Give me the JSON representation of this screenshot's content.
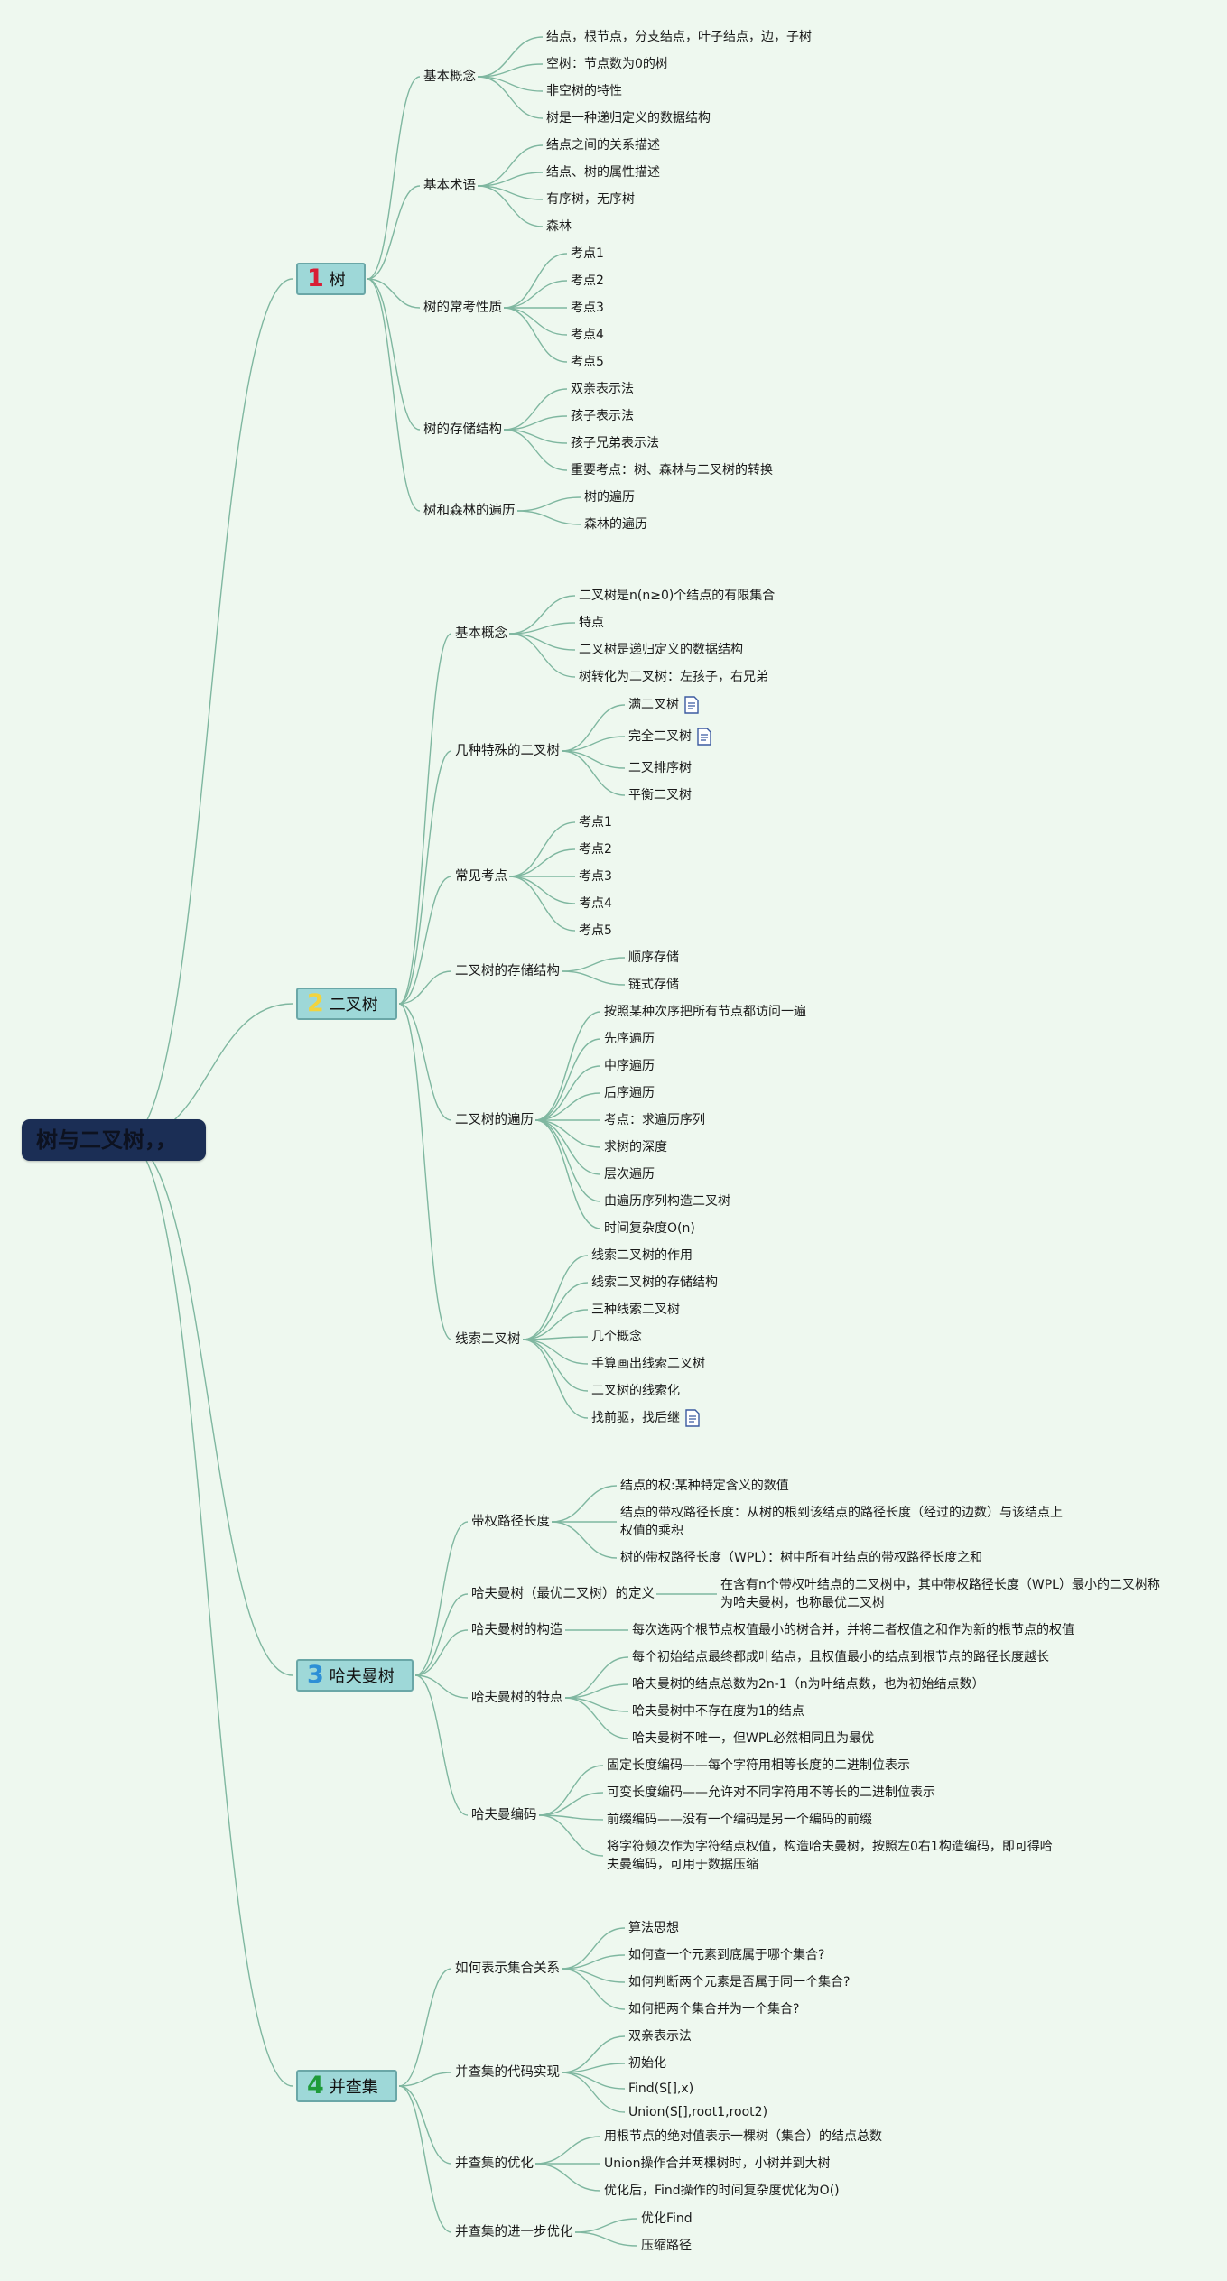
{
  "root": {
    "title": "树与二叉树，，"
  },
  "colors": {
    "background": "#eef8ef",
    "root_bg": "#1b2e55",
    "chapter_bg": "#9ed8d8",
    "link": "#7fb7a0",
    "num_red": "#d81e35",
    "num_yellow": "#f2d43e",
    "num_blue": "#2d8fd6",
    "num_green": "#1e9b3a"
  },
  "chapters": [
    {
      "num": "1",
      "label": "树",
      "num_color": "#d81e35",
      "topics": [
        {
          "label": "基本概念",
          "items": [
            "结点，根节点，分支结点，叶子结点，边，子树",
            "空树：节点数为0的树",
            "非空树的特性",
            "树是一种递归定义的数据结构"
          ]
        },
        {
          "label": "基本术语",
          "items": [
            "结点之间的关系描述",
            "结点、树的属性描述",
            "有序树，无序树",
            "森林"
          ]
        },
        {
          "label": "树的常考性质",
          "items": [
            "考点1",
            "考点2",
            "考点3",
            "考点4",
            "考点5"
          ]
        },
        {
          "label": "树的存储结构",
          "items": [
            "双亲表示法",
            "孩子表示法",
            "孩子兄弟表示法",
            "重要考点：树、森林与二叉树的转换"
          ]
        },
        {
          "label": "树和森林的遍历",
          "items": [
            "树的遍历",
            "森林的遍历"
          ]
        }
      ]
    },
    {
      "num": "2",
      "label": "二叉树",
      "num_color": "#f2d43e",
      "topics": [
        {
          "label": "基本概念",
          "items": [
            "二叉树是n(n≥0)个结点的有限集合",
            "特点",
            "二叉树是递归定义的数据结构",
            "树转化为二叉树：左孩子，右兄弟"
          ]
        },
        {
          "label": "几种特殊的二叉树",
          "items": [
            "满二叉树",
            "完全二叉树",
            "二叉排序树",
            "平衡二叉树"
          ]
        },
        {
          "label": "常见考点",
          "items": [
            "考点1",
            "考点2",
            "考点3",
            "考点4",
            "考点5"
          ]
        },
        {
          "label": "二叉树的存储结构",
          "items": [
            "顺序存储",
            "链式存储"
          ]
        },
        {
          "label": "二叉树的遍历",
          "items": [
            "按照某种次序把所有节点都访问一遍",
            "先序遍历",
            "中序遍历",
            "后序遍历",
            "考点：求遍历序列",
            "求树的深度",
            "层次遍历",
            "由遍历序列构造二叉树",
            "时间复杂度O(n)"
          ]
        },
        {
          "label": "线索二叉树",
          "items": [
            "线索二叉树的作用",
            "线索二叉树的存储结构",
            "三种线索二叉树",
            "几个概念",
            "手算画出线索二叉树",
            "二叉树的线索化",
            "找前驱，找后继"
          ]
        }
      ]
    },
    {
      "num": "3",
      "label": "哈夫曼树",
      "num_color": "#2d8fd6",
      "topics": [
        {
          "label": "带权路径长度",
          "items": [
            "结点的权:某种特定含义的数值",
            "结点的带权路径长度：从树的根到该结点的路径长度（经过的边数）与该结点上权值的乘积",
            "树的带权路径长度（WPL）：树中所有叶结点的带权路径长度之和"
          ]
        },
        {
          "label": "哈夫曼树（最优二叉树）的定义",
          "items": [
            "在含有n个带权叶结点的二叉树中，其中带权路径长度（WPL）最小的二叉树称为哈夫曼树，也称最优二叉树"
          ]
        },
        {
          "label": "哈夫曼树的构造",
          "items": [
            "每次选两个根节点权值最小的树合并，并将二者权值之和作为新的根节点的权值"
          ]
        },
        {
          "label": "哈夫曼树的特点",
          "items": [
            "每个初始结点最终都成叶结点，且权值最小的结点到根节点的路径长度越长",
            "哈夫曼树的结点总数为2n-1（n为叶结点数，也为初始结点数）",
            "哈夫曼树中不存在度为1的结点",
            "哈夫曼树不唯一，但WPL必然相同且为最优"
          ]
        },
        {
          "label": "哈夫曼编码",
          "items": [
            "固定长度编码——每个字符用相等长度的二进制位表示",
            "可变长度编码——允许对不同字符用不等长的二进制位表示",
            "前缀编码——没有一个编码是另一个编码的前缀",
            "将字符频次作为字符结点权值，构造哈夫曼树，按照左0右1构造编码，即可得哈夫曼编码，可用于数据压缩"
          ]
        }
      ]
    },
    {
      "num": "4",
      "label": "并查集",
      "num_color": "#1e9b3a",
      "topics": [
        {
          "label": "如何表示集合关系",
          "items": [
            "算法思想",
            "如何查一个元素到底属于哪个集合?",
            "如何判断两个元素是否属于同一个集合?",
            "如何把两个集合并为一个集合?"
          ]
        },
        {
          "label": "并查集的代码实现",
          "items": [
            "双亲表示法",
            "初始化",
            "Find(S[],x)",
            "Union(S[],root1,root2)"
          ]
        },
        {
          "label": "并查集的优化",
          "items": [
            "用根节点的绝对值表示一棵树（集合）的结点总数",
            "Union操作合并两棵树时，小树并到大树",
            "优化后，Find操作的时间复杂度优化为O()"
          ]
        },
        {
          "label": "并查集的进一步优化",
          "items": [
            "优化Find",
            "压缩路径"
          ]
        }
      ]
    }
  ]
}
